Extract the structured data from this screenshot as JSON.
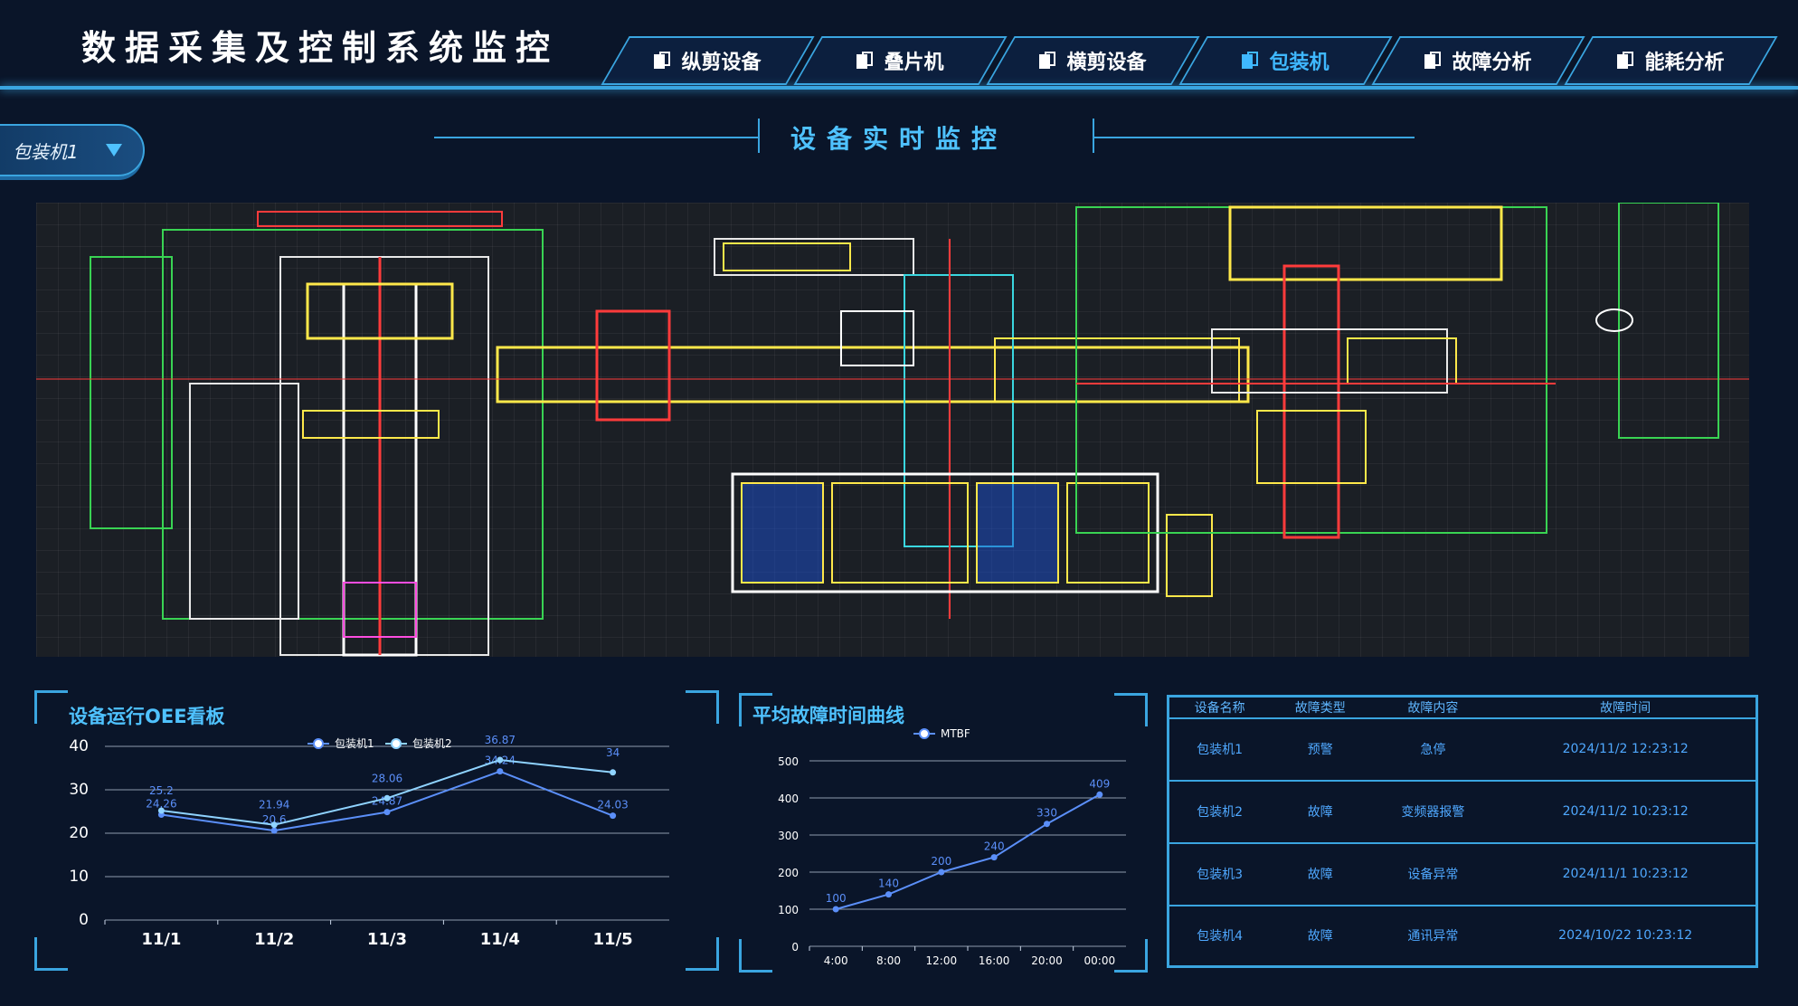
{
  "header": {
    "title": "数据采集及控制系统监控",
    "tabs": [
      {
        "label": "纵剪设备",
        "active": false
      },
      {
        "label": "叠片机",
        "active": false
      },
      {
        "label": "横剪设备",
        "active": false
      },
      {
        "label": "包装机",
        "active": true
      },
      {
        "label": "故障分析",
        "active": false
      },
      {
        "label": "能耗分析",
        "active": false
      }
    ]
  },
  "device_select": {
    "value": "包装机1"
  },
  "section": {
    "title": "设备实时监控"
  },
  "colors": {
    "accent": "#3aa5e0",
    "series1": "#5b8ff9",
    "series2": "#8fd3ff",
    "table_text": "#4fa8ff"
  },
  "oee_panel": {
    "title": "设备运行OEE看板"
  },
  "mtbf_panel": {
    "title": "平均故障时间曲线"
  },
  "chart_data": [
    {
      "type": "line",
      "categories": [
        "11/1",
        "11/2",
        "11/3",
        "11/4",
        "11/5"
      ],
      "series": [
        {
          "name": "包装机1",
          "values": [
            24.26,
            20.6,
            24.87,
            34.24,
            24.03
          ]
        },
        {
          "name": "包装机2",
          "values": [
            25.2,
            21.94,
            28.06,
            36.87,
            34
          ]
        }
      ],
      "ylim": [
        0,
        40
      ],
      "yticks": [
        0,
        10,
        20,
        30,
        40
      ],
      "grid": true,
      "legend": "top-center"
    },
    {
      "type": "line",
      "categories": [
        "4:00",
        "8:00",
        "12:00",
        "16:00",
        "20:00",
        "00:00"
      ],
      "series": [
        {
          "name": "MTBF",
          "values": [
            100,
            140,
            200,
            240,
            330,
            409
          ]
        }
      ],
      "ylim": [
        0,
        500
      ],
      "yticks": [
        0,
        100,
        200,
        300,
        400,
        500
      ],
      "grid": true,
      "legend": "top-center"
    }
  ],
  "fault_table": {
    "headers": [
      "设备名称",
      "故障类型",
      "故障内容",
      "故障时间"
    ],
    "rows": [
      [
        "包装机1",
        "预警",
        "急停",
        "2024/11/2 12:23:12"
      ],
      [
        "包装机2",
        "故障",
        "变频器报警",
        "2024/11/2 10:23:12"
      ],
      [
        "包装机3",
        "故障",
        "设备异常",
        "2024/11/1 10:23:12"
      ],
      [
        "包装机4",
        "故障",
        "通讯异常",
        "2024/10/22 10:23:12"
      ]
    ]
  }
}
